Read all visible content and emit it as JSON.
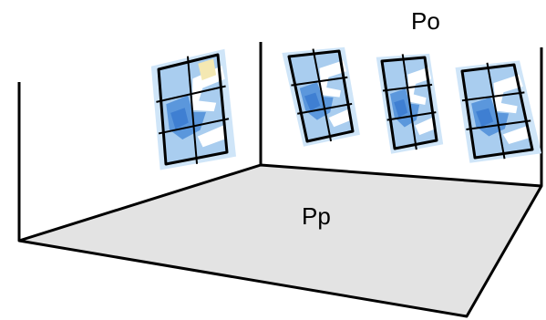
{
  "labels": {
    "back_wall": "Po",
    "floor": "Pp"
  },
  "colors": {
    "floor_fill": "#e3e3e3",
    "line": "#000000",
    "sky_light": "#cfe5f8",
    "sky_mid": "#a9cdef",
    "sky_dark": "#5b97dc",
    "sky_accent": "#3f7fd2",
    "sun": "#f4e8b2",
    "cloud": "#ffffff"
  },
  "windows": [
    {
      "name": "left-wall-window",
      "wall": "left"
    },
    {
      "name": "back-wall-window-1",
      "wall": "back"
    },
    {
      "name": "back-wall-window-2",
      "wall": "back"
    },
    {
      "name": "back-wall-window-3",
      "wall": "back"
    }
  ]
}
